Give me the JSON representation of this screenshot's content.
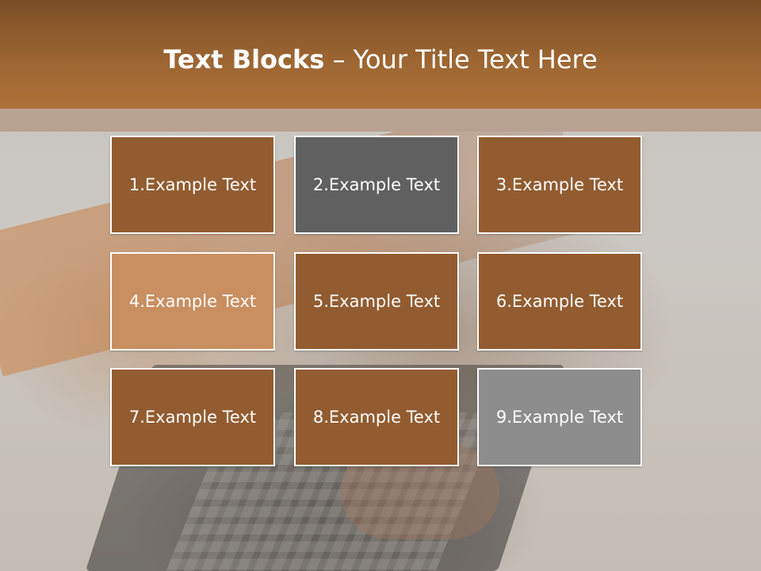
{
  "slide": {
    "title_bold": "Text Blocks",
    "title_separator": "–",
    "title_rest": "Your Title Text Here"
  },
  "blocks": [
    {
      "label": "1.Example Text",
      "color": "#925c30"
    },
    {
      "label": "2.Example Text",
      "color": "#606060"
    },
    {
      "label": "3.Example Text",
      "color": "#925c30"
    },
    {
      "label": "4.Example Text",
      "color": "#c98f61"
    },
    {
      "label": "5.Example Text",
      "color": "#925c30"
    },
    {
      "label": "6.Example Text",
      "color": "#925c30"
    },
    {
      "label": "7.Example Text",
      "color": "#925c30"
    },
    {
      "label": "8.Example Text",
      "color": "#925c30"
    },
    {
      "label": "9.Example Text",
      "color": "#8d8d8d"
    }
  ],
  "theme": {
    "header_color": "#9c6532",
    "band_color": "#b9a192",
    "text_color": "#ffffff"
  }
}
